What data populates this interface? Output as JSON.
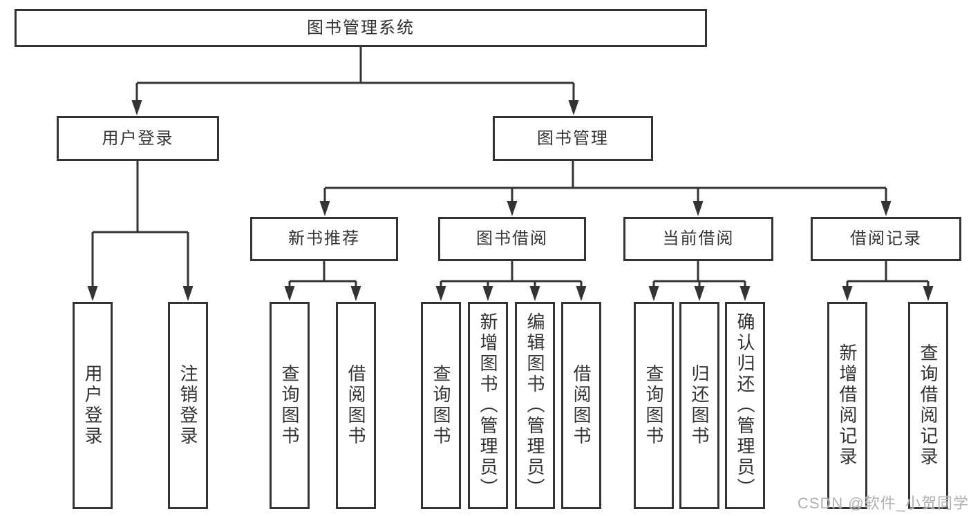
{
  "tree": {
    "label": "图书管理系统",
    "children": [
      {
        "label": "用户登录",
        "children": [
          {
            "label": "用户登录"
          },
          {
            "label": "注销登录"
          }
        ]
      },
      {
        "label": "图书管理",
        "children": [
          {
            "label": "新书推荐",
            "children": [
              {
                "label": "查询图书"
              },
              {
                "label": "借阅图书"
              }
            ]
          },
          {
            "label": "图书借阅",
            "children": [
              {
                "label": "查询图书"
              },
              {
                "label": "新增图书（管理员）"
              },
              {
                "label": "编辑图书（管理员）"
              },
              {
                "label": "借阅图书"
              }
            ]
          },
          {
            "label": "当前借阅",
            "children": [
              {
                "label": "查询图书"
              },
              {
                "label": "归还图书"
              },
              {
                "label": "确认归还（管理员）"
              }
            ]
          },
          {
            "label": "借阅记录",
            "children": [
              {
                "label": "新增借阅记录"
              },
              {
                "label": "查询借阅记录"
              }
            ]
          }
        ]
      }
    ]
  },
  "watermark": {
    "text": "CSDN @软件_小贺同学"
  },
  "colors": {
    "line": "#333333",
    "box_border": "#333333",
    "box_fill": "#ffffff",
    "text": "#333333",
    "background": "#ffffff",
    "watermark": "#b0b0b0"
  }
}
